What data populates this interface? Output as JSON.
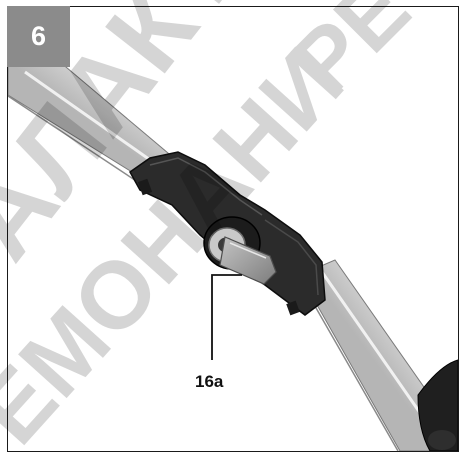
{
  "figure": {
    "step_number": "6",
    "callout_label": "16a"
  },
  "watermark": {
    "text_top": "ГАЛАКТИКА",
    "text_mid": "РЕ",
    "text_bottom": "ЕМОНАНИ"
  },
  "colors": {
    "badge": "#8b8b8b",
    "tube_light": "#e6e6e6",
    "tube_dark": "#9a9a9a",
    "clamp": "#2b2b2b",
    "lever": "#9f9f9f",
    "watermark": "#e3e3e3"
  }
}
